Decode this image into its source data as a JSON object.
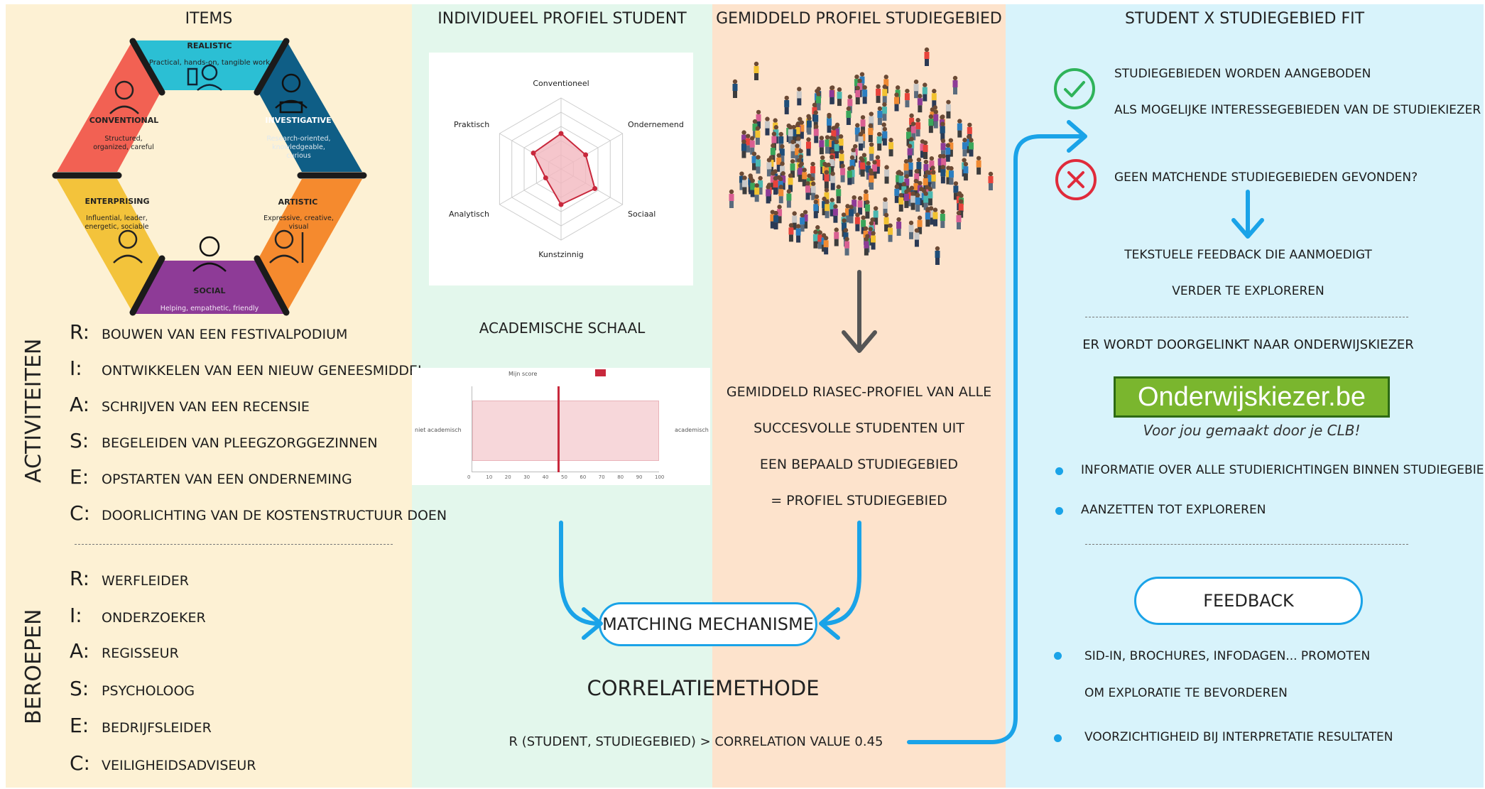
{
  "col1": {
    "title": "ITEMS",
    "hexagon": {
      "realistic": {
        "title": "REALISTIC",
        "desc": "Practical, hands-on, tangible work"
      },
      "investigative": {
        "title": "INVESTIGATIVE",
        "desc": "Research-oriented, knowledgeable, curious"
      },
      "artistic": {
        "title": "ARTISTIC",
        "desc": "Expressive, creative, visual"
      },
      "social": {
        "title": "SOCIAL",
        "desc": "Helping, empathetic, friendly"
      },
      "enterprising": {
        "title": "ENTERPRISING",
        "desc": "Influential, leader, energetic, sociable"
      },
      "conventional": {
        "title": "CONVENTIONAL",
        "desc": "Structured, organized, careful"
      },
      "colors": {
        "realistic": "#2bbfd4",
        "investigative": "#0f5e86",
        "artistic": "#f58a2e",
        "social": "#8e3b97",
        "enterprising": "#f3c33b",
        "conventional": "#f26153"
      }
    },
    "activiteiten_label": "ACTIVITEITEN",
    "activiteiten": [
      {
        "letter": "R:",
        "text": "BOUWEN VAN EEN FESTIVALPODIUM"
      },
      {
        "letter": "I:",
        "text": "ONTWIKKELEN VAN EEN NIEUW GENEESMIDDEL"
      },
      {
        "letter": "A:",
        "text": "SCHRIJVEN VAN EEN RECENSIE"
      },
      {
        "letter": "S:",
        "text": "BEGELEIDEN VAN PLEEGZORGGEZINNEN"
      },
      {
        "letter": "E:",
        "text": "OPSTARTEN VAN EEN ONDERNEMING"
      },
      {
        "letter": "C:",
        "text": "DOORLICHTING VAN DE KOSTENSTRUCTUUR DOEN"
      }
    ],
    "beroepen_label": "BEROEPEN",
    "beroepen": [
      {
        "letter": "R:",
        "text": "WERFLEIDER"
      },
      {
        "letter": "I:",
        "text": "ONDERZOEKER"
      },
      {
        "letter": "A:",
        "text": "REGISSEUR"
      },
      {
        "letter": "S:",
        "text": "PSYCHOLOOG"
      },
      {
        "letter": "E:",
        "text": "BEDRIJFSLEIDER"
      },
      {
        "letter": "C:",
        "text": "VEILIGHEIDSADVISEUR"
      }
    ]
  },
  "col2": {
    "title": "INDIVIDUEEL PROFIEL STUDENT",
    "radar": {
      "axes": [
        "Conventioneel",
        "Ondernemend",
        "Sociaal",
        "Kunstzinnig",
        "Analytisch",
        "Praktisch"
      ],
      "values": [
        0.5,
        0.4,
        0.55,
        0.5,
        0.25,
        0.45
      ],
      "fill": "#f2b8bf",
      "stroke": "#c8283c"
    },
    "scale_title": "ACADEMISCHE SCHAAL",
    "scale": {
      "legend": "Mijn score",
      "left_label": "niet academisch",
      "right_label": "academisch",
      "ticks": [
        "0",
        "10",
        "20",
        "30",
        "40",
        "50",
        "60",
        "70",
        "80",
        "90",
        "100"
      ],
      "score": 46,
      "band_color": "#f7d7da",
      "marker_color": "#c8283c"
    },
    "matching": "MATCHING MECHANISME",
    "method": "CORRELATIEMETHODE",
    "formula": "R (STUDENT, STUDIEGEBIED) > CORRELATION VALUE 0.45"
  },
  "col3": {
    "title": "GEMIDDELD PROFIEL STUDIEGEBIED",
    "desc": [
      "GEMIDDELD RIASEC-PROFIEL VAN ALLE",
      "SUCCESVOLLE STUDENTEN UIT",
      "EEN BEPAALD STUDIEGEBIED",
      "= PROFIEL STUDIEGEBIED"
    ]
  },
  "col4": {
    "title": "STUDENT X STUDIEGEBIED FIT",
    "yes_line1": "STUDIEGEBIEDEN WORDEN AANGEBODEN",
    "yes_line2": "ALS MOGELIJKE INTERESSEGEBIEDEN VAN DE STUDIEKIEZER",
    "no_line": "GEEN MATCHENDE STUDIEGEBIEDEN GEVONDEN?",
    "feedback_text1": "TEKSTUELE FEEDBACK DIE AANMOEDIGT",
    "feedback_text2": "VERDER TE EXPLOREREN",
    "link_text": "ER WORDT DOORGELINKT NAAR ONDERWIJSKIEZER",
    "logo_text": "Onderwijskiezer.be",
    "logo_tagline": "Voor jou gemaakt door je CLB!",
    "bullets1": [
      "INFORMATIE OVER ALLE STUDIERICHTINGEN BINNEN STUDIEGEBIED",
      "AANZETTEN TOT EXPLOREREN"
    ],
    "feedback_button": "FEEDBACK",
    "bullet2a_line1": "SID-IN, BROCHURES, INFODAGEN... PROMOTEN",
    "bullet2a_line2": "OM EXPLORATIE TE BEVORDEREN",
    "bullet2b": "VOORZICHTIGHEID BIJ INTERPRETATIE RESULTATEN",
    "colors": {
      "check": "#2fb35a",
      "cross": "#e02b3b",
      "accent": "#1aa3e8",
      "logo_green": "#7ab62e"
    }
  }
}
